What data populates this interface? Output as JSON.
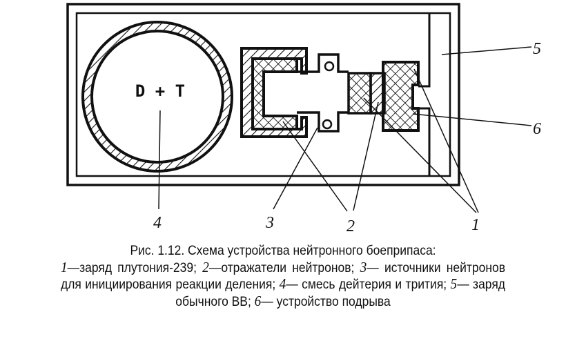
{
  "diagram": {
    "inner_label": "D + T",
    "callouts": [
      "1",
      "2",
      "3",
      "4",
      "5",
      "6"
    ]
  },
  "caption": {
    "title": "Рис. 1.12. Схема устройства нейтронного боеприпаса:",
    "items": [
      {
        "num": "1",
        "text": "—заряд плутония-239;"
      },
      {
        "num": "2",
        "text": "—отражатели нейтронов;"
      },
      {
        "num": "3",
        "text": "— источники нейтронов для инициирования реакции деления;"
      },
      {
        "num": "4",
        "text": "— смесь дейтерия и трития;"
      },
      {
        "num": "5",
        "text": "— заряд обычного ВВ;"
      },
      {
        "num": "6",
        "text": "— устройство подрыва"
      }
    ]
  }
}
